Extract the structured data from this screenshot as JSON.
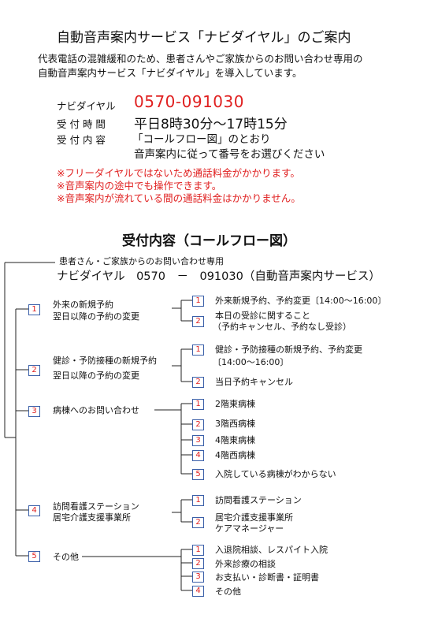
{
  "title": "自動音声案内サービス「ナビダイヤル」のご案内",
  "intro": [
    "代表電話の混雑緩和のため、患者さんやご家族からのお問い合わせ専用の",
    "自動音声案内サービス「ナビダイヤル」を導入しています。"
  ],
  "info": {
    "navi_label": "ナビダイヤル",
    "navi_number": "0570-091030",
    "hours_label": "受 付 時 間",
    "hours_value": "平日8時30分～17時15分",
    "content_label": "受 付 内 容",
    "content_value_1": "「コールフロー図」のとおり",
    "content_value_2": "音声案内に従って番号をお選びください"
  },
  "notes": [
    "※フリーダイヤルではないため通話料金がかかります。",
    "※音声案内の途中でも操作できます。",
    "※音声案内が流れている間の通話料金はかかりません。"
  ],
  "flow": {
    "heading": "受付内容（コールフロー図）",
    "root_sub": "患者さん・ご家族からのお問い合わせ専用",
    "root_main": "ナビダイヤル　0570　－　091030（自動音声案内サービス）",
    "n1": "1",
    "n2": "2",
    "n3": "3",
    "n4": "4",
    "n5": "5",
    "g1": {
      "l1": "外来の新規予約",
      "l2": "翌日以降の予約の変更",
      "c1": "外来新規予約、予約変更〔14:00～16:00〕",
      "c2a": "本日の受診に関すること",
      "c2b": "（予約キャンセル、予約なし受診）"
    },
    "g2": {
      "l1": "健診・予防接種の新規予約",
      "l2": "翌日以降の予約の変更",
      "c1a": "健診・予防接種の新規予約、予約変更",
      "c1b": "〔14:00～16:00〕",
      "c2": "当日予約キャンセル"
    },
    "g3": {
      "l1": "病棟へのお問い合わせ",
      "c1": "2階東病棟",
      "c2": "3階西病棟",
      "c3": "4階東病棟",
      "c4": "4階西病棟",
      "c5": "入院している病棟がわからない"
    },
    "g4": {
      "l1": "訪問看護ステーション",
      "l2": "居宅介護支援事業所",
      "c1": "訪問看護ステーション",
      "c2a": "居宅介護支援事業所",
      "c2b": "ケアマネージャー"
    },
    "g5": {
      "l1": "その他",
      "c1": "入退院相談、レスパイト入院",
      "c2": "外来診療の相談",
      "c3": "お支払い・診断書・証明書",
      "c4": "その他"
    }
  }
}
